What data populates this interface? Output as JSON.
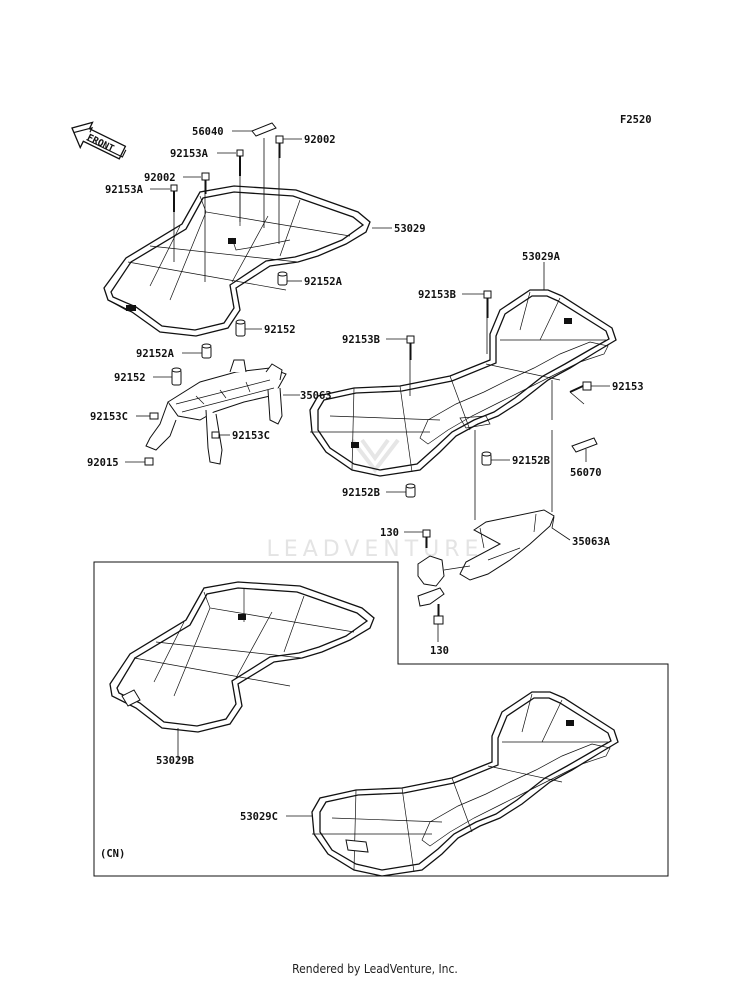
{
  "figure_code": "F2520",
  "front_label": "FRONT",
  "watermark": "LEADVENTURE",
  "region_label": "(CN)",
  "footer": "Rendered by LeadVenture, Inc.",
  "callouts": {
    "c56040": "56040",
    "c92002a": "92002",
    "c92153a1": "92153A",
    "c92002b": "92002",
    "c92153a2": "92153A",
    "c53029": "53029",
    "c92152a1": "92152A",
    "c92152_1": "92152",
    "c92152a2": "92152A",
    "c92152_2": "92152",
    "c35063": "35063",
    "c92153c1": "92153C",
    "c92153c2": "92153C",
    "c92015": "92015",
    "c53029a": "53029A",
    "c92153b1": "92153B",
    "c92153b2": "92153B",
    "c92153": "92153",
    "c92152b1": "92152B",
    "c56070": "56070",
    "c92152b2": "92152B",
    "c130a": "130",
    "c35063a": "35063A",
    "c130b": "130",
    "c53029b": "53029B",
    "c53029c": "53029C"
  }
}
